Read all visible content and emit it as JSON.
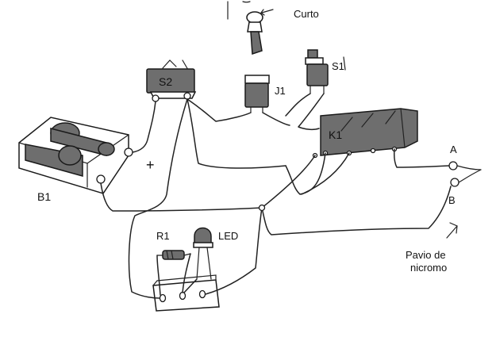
{
  "labels": {
    "curto": "Curto",
    "s2": "S2",
    "s1": "S1",
    "j1": "J1",
    "k1": "K1",
    "b1": "B1",
    "plus": "+",
    "a": "A",
    "b": "B",
    "r1": "R1",
    "led": "LED",
    "nichrome_line1": "Pavio de",
    "nichrome_line2": "nicromo"
  }
}
